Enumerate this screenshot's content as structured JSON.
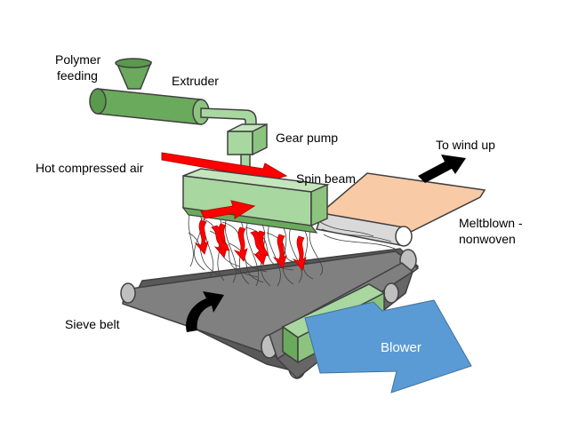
{
  "labels": {
    "polymer_feeding_line1": "Polymer",
    "polymer_feeding_line2": "feeding",
    "extruder": "Extruder",
    "gear_pump": "Gear pump",
    "hot_compressed_air": "Hot compressed air",
    "spin_beam": "Spin beam",
    "to_wind_up": "To wind up",
    "meltblown_line1": "Meltblown -",
    "meltblown_line2": "nonwoven",
    "sieve_belt": "Sieve belt",
    "blower": "Blower"
  },
  "colors": {
    "extruder_green": "#6aaa5c",
    "beam_green": "#a8d7a0",
    "air_red": "#ff0000",
    "web_orange": "#f8cba6",
    "belt_gray": "#7f7f7f",
    "blower_blue": "#5b9bd5",
    "outline": "#404040"
  }
}
